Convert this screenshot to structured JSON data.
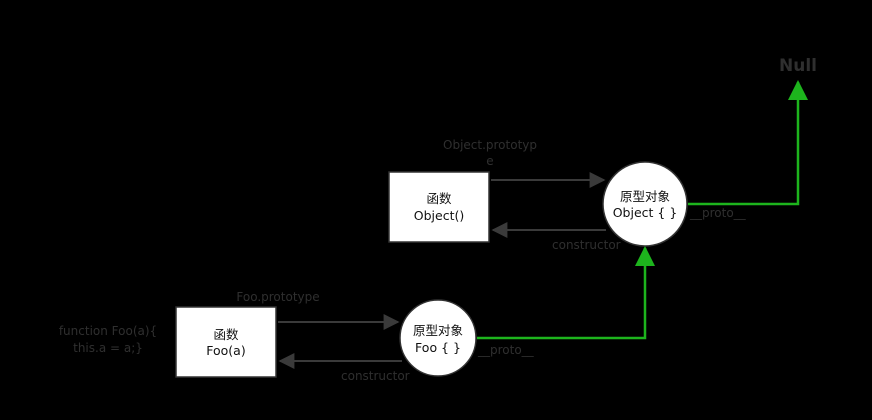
{
  "colors": {
    "background": "#000000",
    "node_fill": "#ffffff",
    "node_stroke": "#333333",
    "proto_chain": "#1db41d",
    "link": "#3a3a3a",
    "label": "#2f2f2f"
  },
  "null_node": {
    "label": "Null"
  },
  "object_function": {
    "line1": "函数",
    "line2": "Object()"
  },
  "object_prototype": {
    "line1": "原型对象",
    "line2": "Object { }"
  },
  "foo_function": {
    "line1": "函数",
    "line2": "Foo(a)"
  },
  "foo_prototype": {
    "line1": "原型对象",
    "line2": "Foo { }"
  },
  "labels": {
    "object_prototype_line1": "Object.prototyp",
    "object_prototype_line2": "e",
    "object_constructor": "constructor",
    "object_proto": "__proto__",
    "foo_prototype": "Foo.prototype",
    "foo_constructor": "constructor",
    "foo_proto": "__proto__",
    "code_line1": "function Foo(a){",
    "code_line2": "this.a = a;}"
  }
}
